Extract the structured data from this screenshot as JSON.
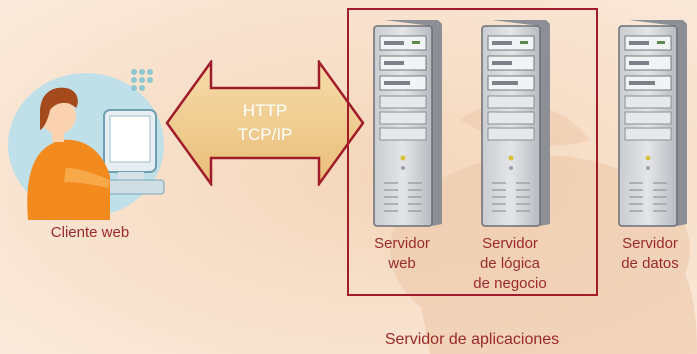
{
  "protocol": {
    "line1": "HTTP",
    "line2": "TCP/IP"
  },
  "client": {
    "label": "Cliente web"
  },
  "servers": [
    {
      "line1": "Servidor",
      "line2": "web",
      "line3": ""
    },
    {
      "line1": "Servidor",
      "line2": "de lógica",
      "line3": "de negocio"
    },
    {
      "line1": "Servidor",
      "line2": "de datos",
      "line3": ""
    }
  ],
  "group": {
    "label": "Servidor de aplicaciones"
  },
  "colors": {
    "accent": "#a01c2a",
    "arrow_fill": "#f0cc8c",
    "arrow_stroke": "#a01c2a",
    "label": "#9a2a2a"
  }
}
